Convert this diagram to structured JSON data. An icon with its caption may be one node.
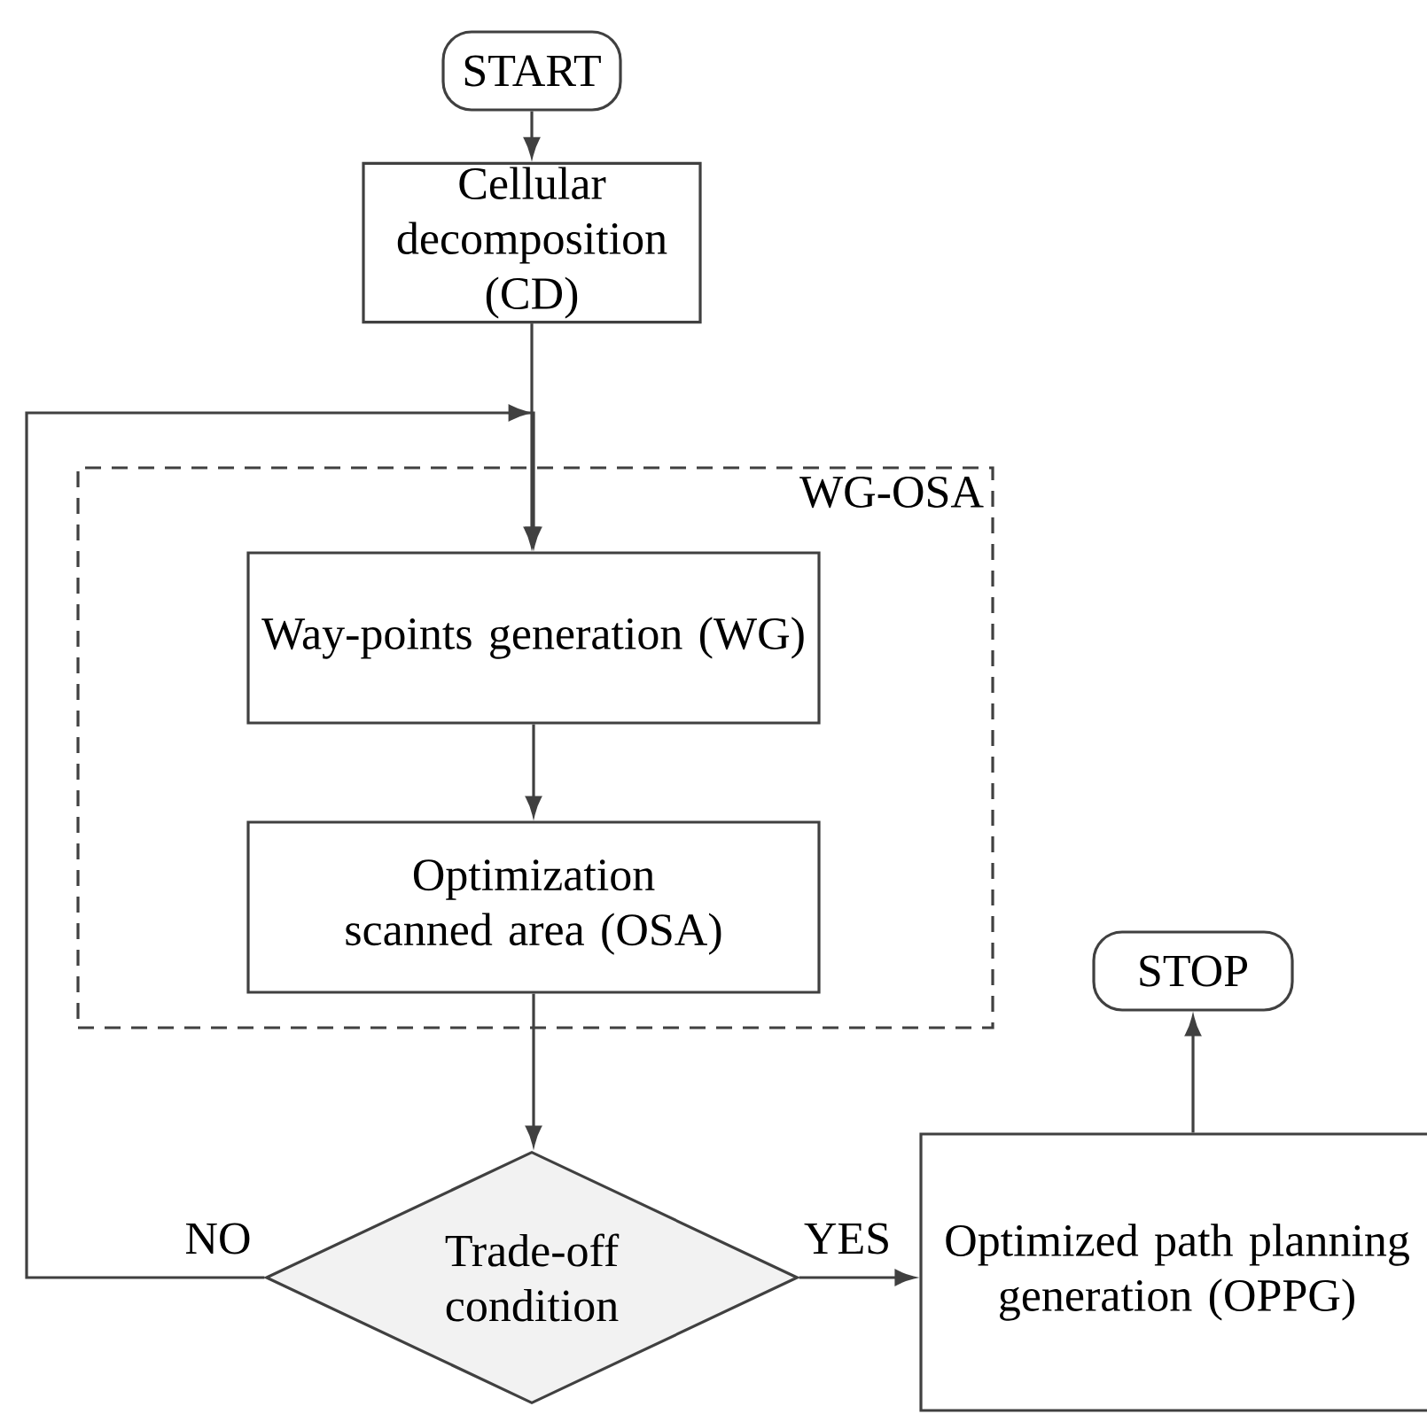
{
  "diagram": {
    "nodes": [
      {
        "text": [
          "START"
        ]
      },
      {
        "text": [
          "Cellular decomposition (CD)"
        ]
      },
      {
        "text": [
          "WG-OSA"
        ]
      },
      {
        "text": [
          "Way-points generation (WG)"
        ],
        "in": 2
      },
      {
        "text": [
          "Optimization scanned area (OSA)"
        ],
        "in": 2
      },
      {
        "text": [
          "Trade-off condition"
        ]
      },
      {
        "text": [
          "Optimized path planning generation (OPPG)"
        ]
      },
      {
        "text": [
          "STOP"
        ]
      }
    ],
    "edges": [
      {
        "from": 0,
        "to": 1,
        "arrow": "to"
      },
      {
        "from": 1,
        "to": 3,
        "arrow": "to"
      },
      {
        "from": 3,
        "to": 4,
        "arrow": "to"
      },
      {
        "from": 4,
        "to": 5,
        "arrow": "to"
      },
      {
        "from": 5,
        "to": 3,
        "arrow": "to",
        "label": "NO"
      },
      {
        "from": 5,
        "to": 6,
        "arrow": "to",
        "label": "YES"
      },
      {
        "from": 6,
        "to": 7,
        "arrow": "to"
      }
    ]
  }
}
